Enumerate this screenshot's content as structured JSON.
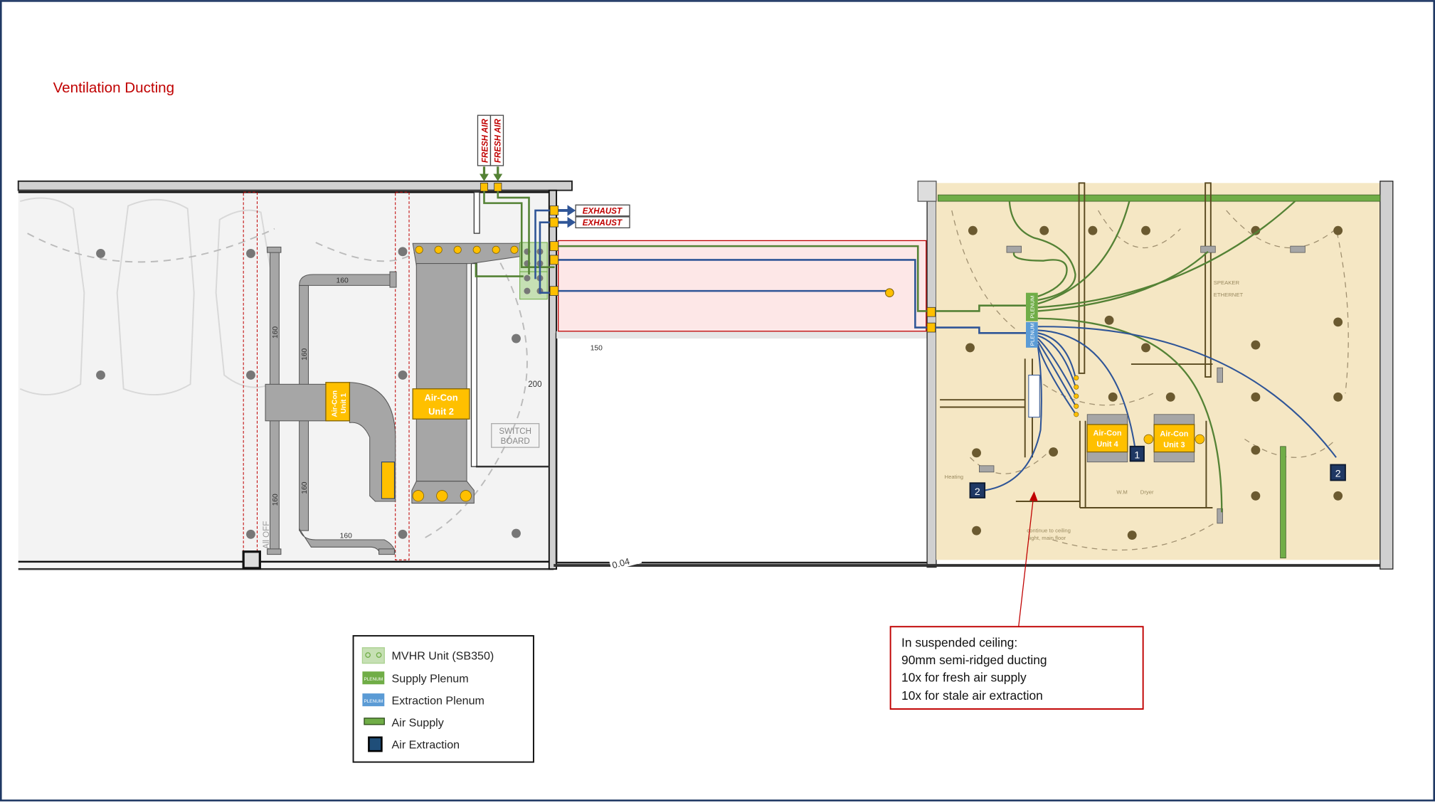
{
  "title": "Ventilation Ducting",
  "colors": {
    "title": "#c00000",
    "frame": "#1f3864",
    "supply": "#548235",
    "extract": "#2f5597",
    "unit": "#ffc000",
    "flat": "#f5e7c4",
    "riser": "#fde7e7"
  },
  "labels": {
    "fresh_air": [
      "FRESH AIR",
      "FRESH AIR"
    ],
    "exhaust": [
      "EXHAUST",
      "EXHAUST"
    ],
    "duct_sizes": [
      "160",
      "160",
      "160",
      "160",
      "160",
      "160",
      "200",
      "150"
    ],
    "switch_board": [
      "SWITCH",
      "BOARD"
    ],
    "all_off": "All OFF",
    "level": "0.04",
    "plenum_supply": "PLENUM",
    "plenum_extract": "PLENUM",
    "room_labels": [
      "SPEAKER",
      "ETHERNET",
      "W.M",
      "Dryer",
      "Heating",
      "continue to ceiling",
      "light, main floor"
    ]
  },
  "units": {
    "u1": [
      "Air-Con",
      "Unit 1"
    ],
    "u2": [
      "Air-Con",
      "Unit 2"
    ],
    "u3": [
      "Air-Con",
      "Unit 3"
    ],
    "u4": [
      "Air-Con",
      "Unit 4"
    ]
  },
  "extraction_points": [
    "1",
    "2",
    "2"
  ],
  "legend": {
    "items": [
      {
        "label": "MVHR Unit (SB350)",
        "icon": "mvhr-unit-icon"
      },
      {
        "label": "Supply Plenum",
        "icon": "supply-plenum-icon",
        "icon_text": "PLENUM"
      },
      {
        "label": "Extraction Plenum",
        "icon": "extraction-plenum-icon",
        "icon_text": "PLENUM"
      },
      {
        "label": "Air Supply",
        "icon": "air-supply-icon"
      },
      {
        "label": "Air Extraction",
        "icon": "air-extraction-icon"
      }
    ]
  },
  "callout": {
    "lines": [
      "In suspended ceiling:",
      "90mm semi-ridged ducting",
      "10x for fresh air supply",
      "10x for stale air extraction"
    ]
  }
}
